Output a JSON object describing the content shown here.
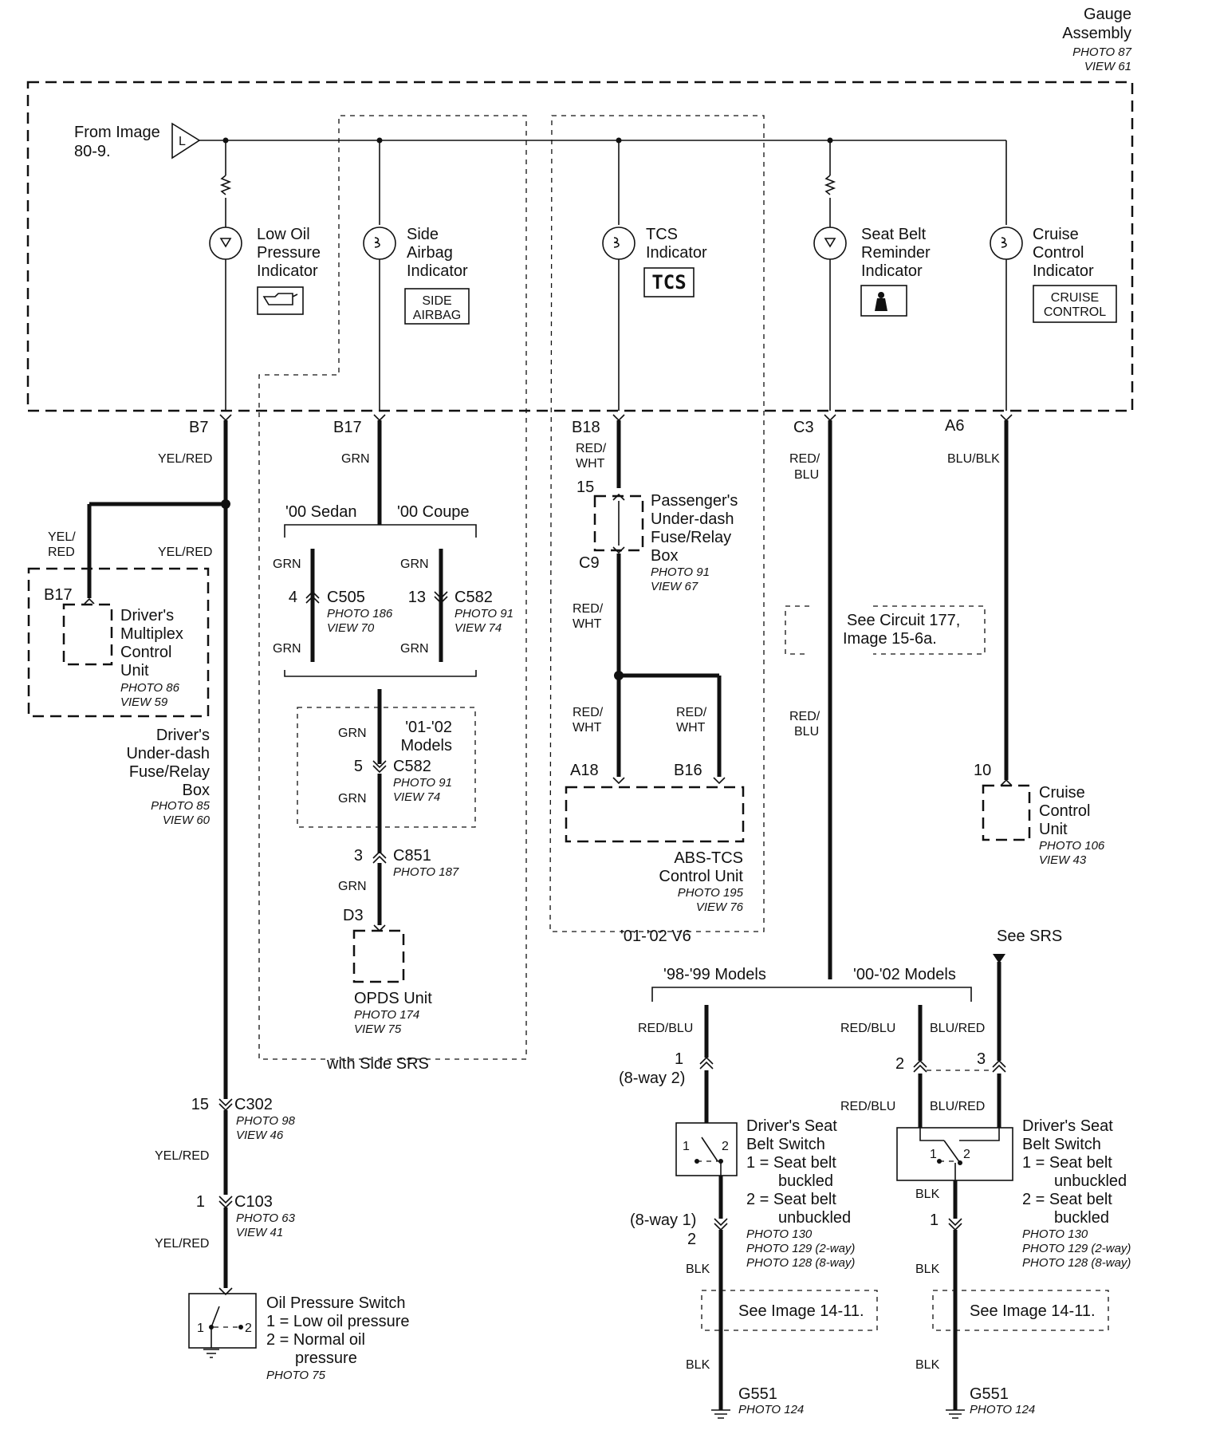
{
  "gauge_assembly": {
    "title_line1": "Gauge",
    "title_line2": "Assembly",
    "photo": "PHOTO 87",
    "view": "VIEW 61"
  },
  "source": {
    "line1": "From Image",
    "line2": "80-9.",
    "connector_letter": "L"
  },
  "indicators": {
    "low_oil": {
      "line1": "Low Oil",
      "line2": "Pressure",
      "line3": "Indicator"
    },
    "side_airbag": {
      "line1": "Side",
      "line2": "Airbag",
      "line3": "Indicator",
      "label1": "SIDE",
      "label2": "AIRBAG"
    },
    "tcs": {
      "line1": "TCS",
      "line2": "Indicator",
      "label": "TCS"
    },
    "seat_belt": {
      "line1": "Seat Belt",
      "line2": "Reminder",
      "line3": "Indicator"
    },
    "cruise": {
      "line1": "Cruise",
      "line2": "Control",
      "line3": "Indicator",
      "label1": "CRUISE",
      "label2": "CONTROL"
    }
  },
  "pins": {
    "b7": "B7",
    "b17": "B17",
    "b18": "B18",
    "c3": "C3",
    "a6": "A6"
  },
  "wires": {
    "yel_red": "YEL/RED",
    "yel_red_split1": "YEL/",
    "yel_red_split2": "RED",
    "grn": "GRN",
    "red_wht1": "RED/",
    "red_wht2": "WHT",
    "red_blu1": "RED/",
    "red_blu2": "BLU",
    "red_blu": "RED/BLU",
    "blu_blk": "BLU/BLK",
    "blu_red": "BLU/RED",
    "blk": "BLK"
  },
  "multiplex": {
    "pin": "B17",
    "line1": "Driver's",
    "line2": "Multiplex",
    "line3": "Control",
    "line4": "Unit",
    "photo": "PHOTO 86",
    "view": "VIEW 59"
  },
  "driver_fuse_box": {
    "line1": "Driver's",
    "line2": "Under-dash",
    "line3": "Fuse/Relay",
    "line4": "Box",
    "photo": "PHOTO 85",
    "view": "VIEW 60"
  },
  "side_srs": {
    "sedan": "'00 Sedan",
    "coupe": "'00 Coupe",
    "c505": {
      "pin": "4",
      "name": "C505",
      "photo": "PHOTO 186",
      "view": "VIEW 70"
    },
    "c582a": {
      "pin": "13",
      "name": "C582",
      "photo": "PHOTO 91",
      "view": "VIEW 74"
    },
    "models": {
      "line1": "'01-'02",
      "line2": "Models"
    },
    "c582b": {
      "pin": "5",
      "name": "C582",
      "photo": "PHOTO 91",
      "view": "VIEW 74"
    },
    "c851": {
      "pin": "3",
      "name": "C851",
      "photo": "PHOTO 187"
    },
    "d3": "D3",
    "opds": {
      "line1": "OPDS Unit",
      "photo": "PHOTO 174",
      "view": "VIEW 75"
    },
    "footer": "with Side SRS"
  },
  "tcs_circuit": {
    "pin_15": "15",
    "c9": "C9",
    "pass_box": {
      "line1": "Passenger's",
      "line2": "Under-dash",
      "line3": "Fuse/Relay",
      "line4": "Box",
      "photo": "PHOTO 91",
      "view": "VIEW 67"
    },
    "a18": "A18",
    "b16": "B16",
    "abs": {
      "line1": "ABS-TCS",
      "line2": "Control Unit",
      "photo": "PHOTO 195",
      "view": "VIEW 76"
    },
    "footer": "'01-'02 V6"
  },
  "see_circuit": {
    "line1": "See Circuit 177,",
    "line2": "Image 15-6a."
  },
  "cruise_unit": {
    "pin": "10",
    "line1": "Cruise",
    "line2": "Control",
    "line3": "Unit",
    "photo": "PHOTO 106",
    "view": "VIEW 43"
  },
  "oil_path": {
    "c302": {
      "pin": "15",
      "name": "C302",
      "photo": "PHOTO 98",
      "view": "VIEW 46"
    },
    "c103": {
      "pin": "1",
      "name": "C103",
      "photo": "PHOTO 63",
      "view": "VIEW 41"
    },
    "switch": {
      "line1": "Oil Pressure Switch",
      "line2": "1 = Low oil pressure",
      "line3": "2 = Normal oil",
      "line4": "pressure",
      "photo": "PHOTO 75",
      "p1": "1",
      "p2": "2"
    }
  },
  "seat_belt_path": {
    "see_srs": "See SRS",
    "models_98": "'98-'99 Models",
    "models_00": "'00-'02 Models",
    "left": {
      "pin_top": "1",
      "pin_top_note": "(8-way 2)",
      "pin_bottom_note": "(8-way 1)",
      "pin_bottom": "2",
      "switch": {
        "line1": "Driver's Seat",
        "line2": "Belt Switch",
        "line3": "1 = Seat belt",
        "line4": "buckled",
        "line5": "2 = Seat belt",
        "line6": "unbuckled",
        "photo1": "PHOTO 130",
        "photo2": "PHOTO 129 (2-way)",
        "photo3": "PHOTO 128 (8-way)",
        "p1": "1",
        "p2": "2"
      },
      "see_image": "See Image 14-11.",
      "ground": "G551",
      "ground_photo": "PHOTO 124"
    },
    "right": {
      "pin_a": "2",
      "pin_b": "3",
      "pin_bottom": "1",
      "switch": {
        "line1": "Driver's Seat",
        "line2": "Belt Switch",
        "line3": "1 = Seat belt",
        "line4": "unbuckled",
        "line5": "2 = Seat belt",
        "line6": "buckled",
        "photo1": "PHOTO 130",
        "photo2": "PHOTO 129 (2-way)",
        "photo3": "PHOTO 128 (8-way)",
        "p1": "1",
        "p2": "2"
      },
      "see_image": "See Image 14-11.",
      "ground": "G551",
      "ground_photo": "PHOTO 124"
    }
  }
}
